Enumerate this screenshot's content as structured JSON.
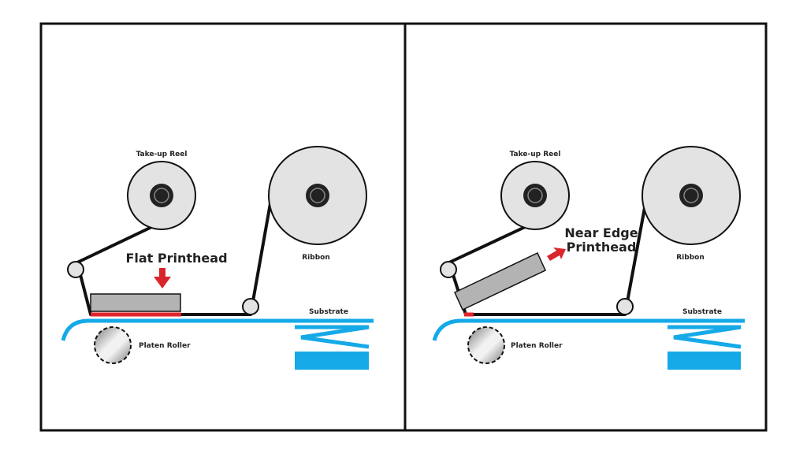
{
  "panels": [
    {
      "id": "flat",
      "printhead_label_lines": [
        "Flat Printhead"
      ],
      "take_up_reel_label": "Take-up Reel",
      "ribbon_label": "Ribbon",
      "substrate_label": "Substrate",
      "platen_roller_label": "Platen Roller"
    },
    {
      "id": "near-edge",
      "printhead_label_lines": [
        "Near Edge",
        "Printhead"
      ],
      "take_up_reel_label": "Take-up Reel",
      "ribbon_label": "Ribbon",
      "substrate_label": "Substrate",
      "platen_roller_label": "Platen Roller"
    }
  ],
  "colors": {
    "outline": "#111111",
    "reel_fill": "#e3e3e3",
    "reel_hub": "#222222",
    "printhead_fill": "#b3b3b3",
    "substrate": "#16a9e8",
    "print_zone": "#e0242b",
    "arrow": "#d9262c",
    "platen_light": "#f2f2f2",
    "platen_dark": "#7a7a7a"
  }
}
